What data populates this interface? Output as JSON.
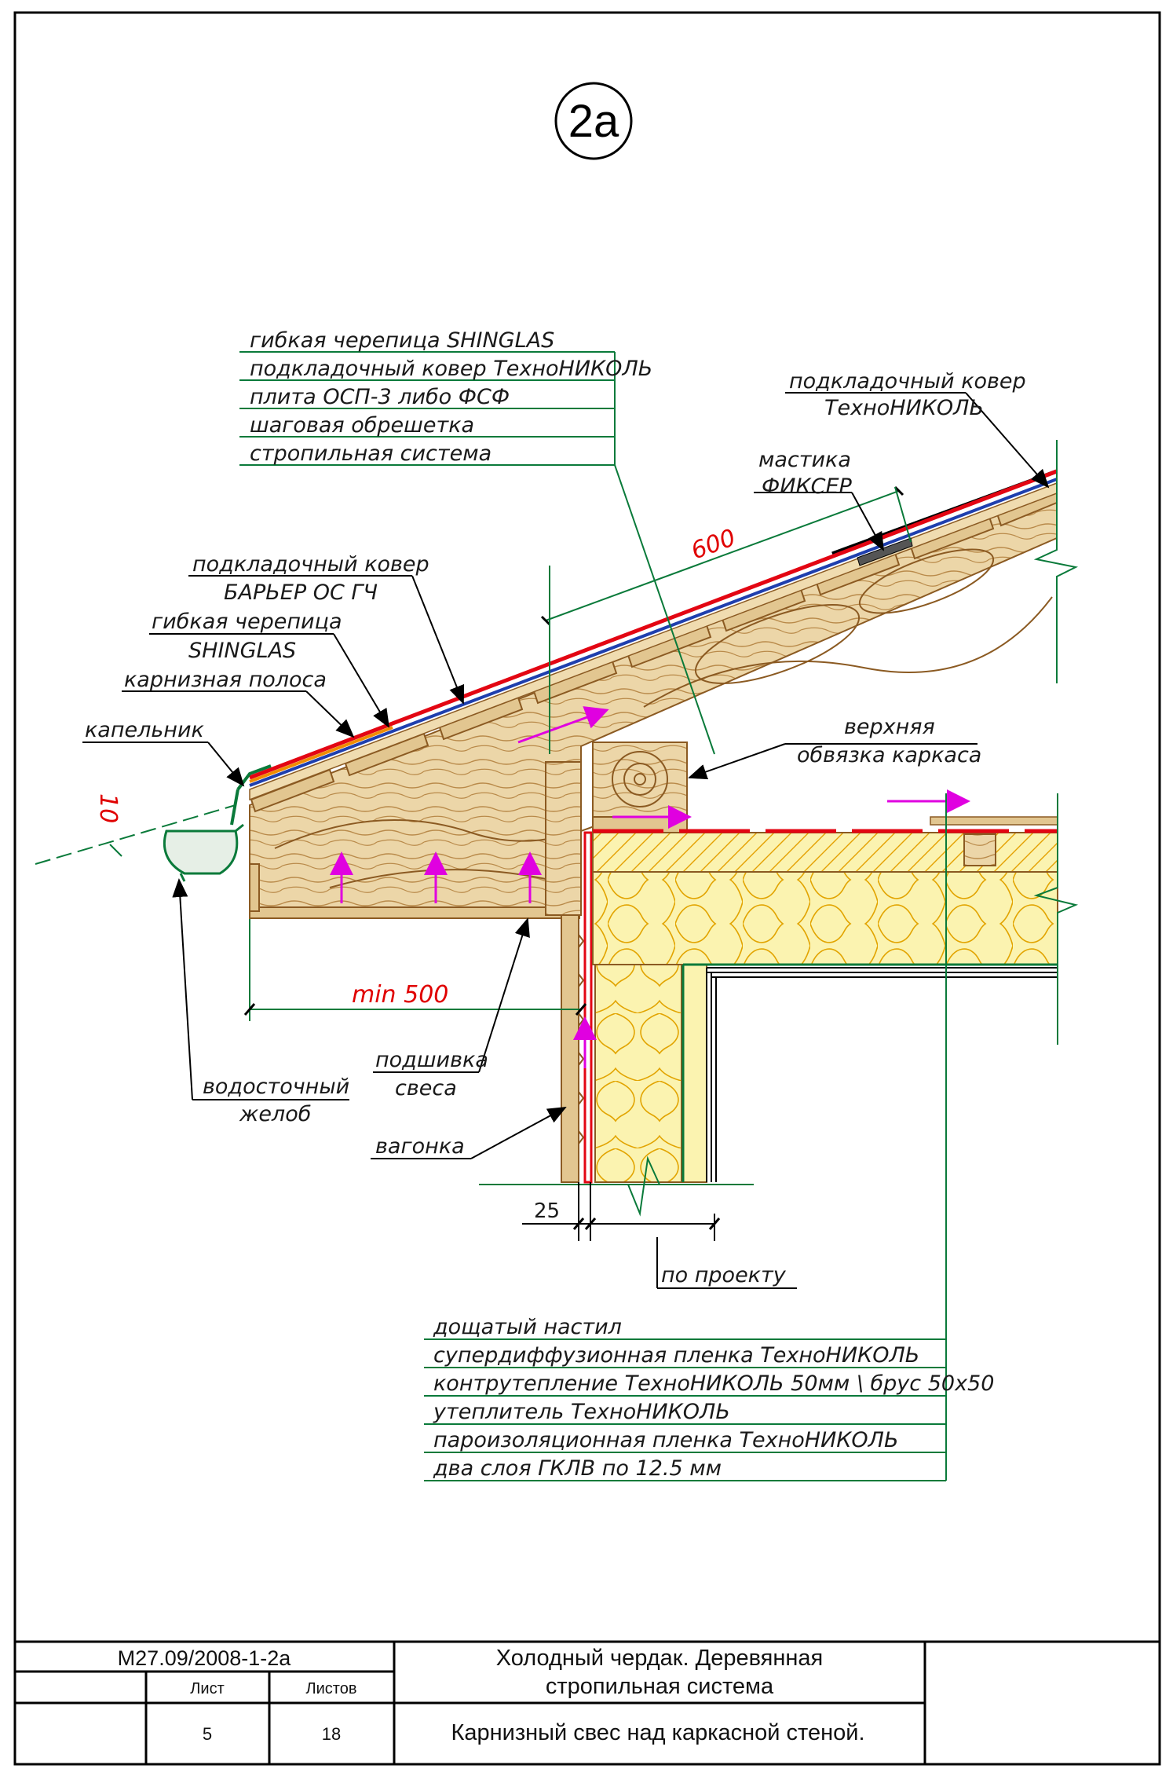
{
  "marker": "2а",
  "roof_stack_labels": [
    "гибкая черепица SHINGLAS",
    "подкладочный ковер ТехноНИКОЛЬ",
    "плита ОСП-3 либо ФСФ",
    "шаговая обрешетка",
    "стропильная система"
  ],
  "callouts": {
    "underlay_top_1": "подкладочный ковер",
    "underlay_top_2": "ТехноНИКОЛЬ",
    "mastic_1": "мастика",
    "mastic_2": "ФИКСЕР",
    "barrier_1": "подкладочный ковер",
    "barrier_2": "БАРЬЕР ОС ГЧ",
    "shingles_1": "гибкая черепица",
    "shingles_2": "SHINGLAS",
    "eaves_strip": "карнизная полоса",
    "drip_edge": "капельник",
    "top_plate_1": "верхняя",
    "top_plate_2": "обвязка каркаса",
    "gutter_1": "водосточный",
    "gutter_2": "желоб",
    "soffit_1": "подшивка",
    "soffit_2": "свеса",
    "lining": "вагонка",
    "per_project": "по проекту"
  },
  "dimensions": {
    "d600": "600",
    "d10": "10",
    "min500": "min 500",
    "d25": "25"
  },
  "ceiling_stack_labels": [
    "дощатый настил",
    "супердиффузионная пленка ТехноНИКОЛЬ",
    "контрутепление ТехноНИКОЛЬ 50мм \\ брус 50х50",
    "утеплитель ТехноНИКОЛЬ",
    "пароизоляционная пленка ТехноНИКОЛЬ",
    "два слоя ГКЛВ по 12.5 мм"
  ],
  "title_block": {
    "code": "М27.09/2008-1-2а",
    "sheet_label": "Лист",
    "sheets_label": "Листов",
    "sheet": "5",
    "sheets": "18",
    "title_line1": "Холодный чердак. Деревянная",
    "title_line2": "стропильная система",
    "subtitle": "Карнизный свес над каркасной стеной."
  },
  "colors": {
    "wood": "#e9d3a4",
    "wood_line": "#9a6a2c",
    "insulation": "#fbf3b0",
    "membrane_red": "#e30613",
    "underlay_blue": "#1f3fae",
    "leader_green": "#0a7a3a",
    "arrow_magenta": "#e000e0",
    "orange": "#f08c00"
  }
}
